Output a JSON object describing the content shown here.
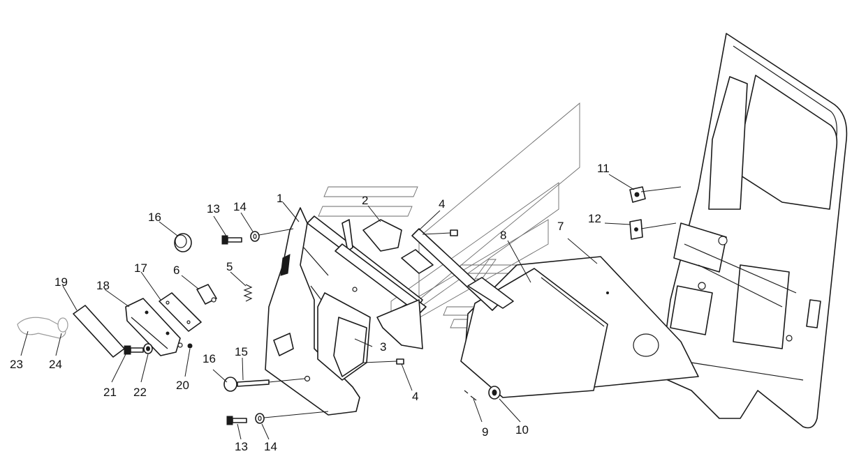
{
  "callouts": {
    "c1": "1",
    "c2": "2",
    "c3": "3",
    "c4a": "4",
    "c4b": "4",
    "c5": "5",
    "c6": "6",
    "c7": "7",
    "c8": "8",
    "c9": "9",
    "c10": "10",
    "c11": "11",
    "c12": "12",
    "c13a": "13",
    "c13b": "13",
    "c14a": "14",
    "c14b": "14",
    "c15": "15",
    "c16a": "16",
    "c16b": "16",
    "c17": "17",
    "c18": "18",
    "c19": "19",
    "c20": "20",
    "c21": "21",
    "c22": "22",
    "c23": "23",
    "c24": "24"
  }
}
